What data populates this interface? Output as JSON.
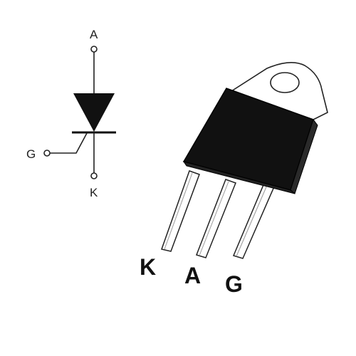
{
  "symbol": {
    "anode_label": "A",
    "gate_label": "G",
    "cathode_label": "K"
  },
  "package": {
    "pin_labels": [
      "K",
      "A",
      "G"
    ]
  },
  "colors": {
    "body": "#111111",
    "line": "#222222",
    "background": "#ffffff"
  }
}
